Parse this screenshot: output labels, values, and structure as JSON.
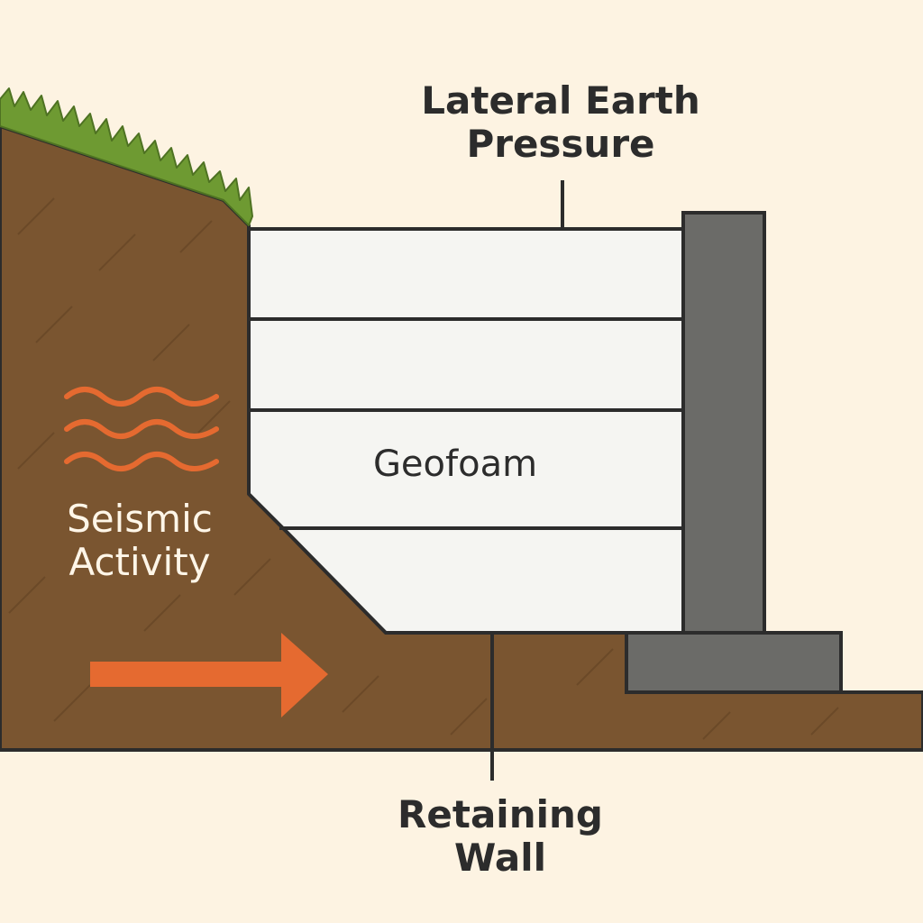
{
  "labels": {
    "lateral_earth_pressure": [
      "Lateral Earth",
      "Pressure"
    ],
    "retaining_wall": [
      "Retaining",
      "Wall"
    ],
    "seismic_activity": [
      "Seismic",
      "Activity"
    ],
    "geofoam": "Geofoam"
  },
  "colors": {
    "background": "#fdf3e2",
    "soil": "#7a5530",
    "grass": "#6e9a32",
    "geofoam": "#f5f5f2",
    "wall": "#6b6b68",
    "outline": "#2c2c2c",
    "seismic": "#e56a30"
  },
  "icons": {
    "seismic_waves": "seismic-waves-icon",
    "force_arrow": "force-arrow-icon"
  }
}
